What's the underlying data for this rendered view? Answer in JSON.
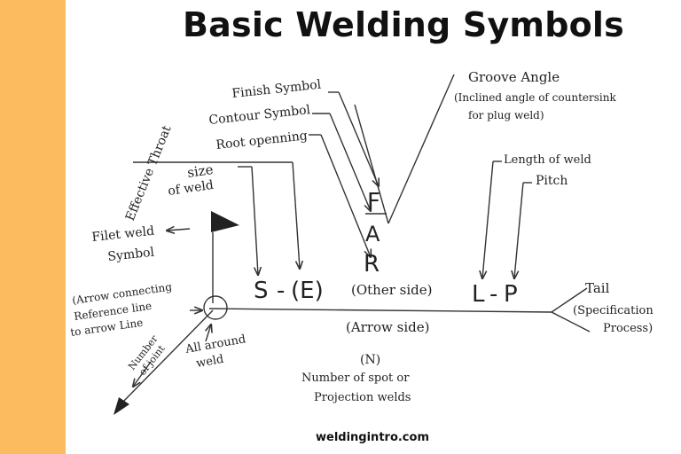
{
  "title": "Basic Welding Symbols",
  "footer": "weldingintro.com",
  "colors": {
    "accent_strip": "#FDBB5F",
    "ink": "#222222"
  },
  "labels": {
    "finish": "Finish Symbol",
    "contour": "Contour Symbol",
    "root": "Root openning",
    "groove1": "Groove Angle",
    "groove2": "(Inclined angle of countersink",
    "groove3": "for plug weld)",
    "throat": "Effective Throat",
    "size1": "size",
    "size2": "of weld",
    "length": "Length of weld",
    "pitch": "Pitch",
    "fillet1": "Filet weld",
    "fillet2": "Symbol",
    "arrowline1": "(Arrow connecting",
    "arrowline2": "Reference line",
    "arrowline3": "to arrow Line",
    "members1": "Number",
    "members2": "of joint",
    "allaround1": "All around",
    "allaround2": "weld",
    "otherside": "(Other side)",
    "arrowside": "(Arrow side)",
    "spot1": "(N)",
    "spot2": "Number of spot or",
    "spot3": "Projection welds",
    "tail1": "Tail",
    "tail2": "(Specification",
    "tail3": "Process)",
    "sym_F": "F",
    "sym_A": "A",
    "sym_R": "R",
    "sym_S": "S",
    "sym_dash1": "-",
    "sym_E": "(E)",
    "sym_L": "L",
    "sym_dash2": "-",
    "sym_P": "P"
  }
}
